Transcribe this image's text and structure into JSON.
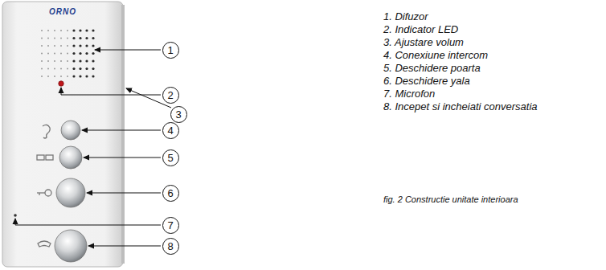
{
  "diagram": {
    "caption": "fig. 2 Constructie unitate interioara",
    "nodes": [
      {
        "text": [
          "1"
        ]
      },
      {
        "text": [
          "2"
        ]
      },
      {
        "text": [
          "3"
        ]
      },
      {
        "text": [
          "4"
        ]
      },
      {
        "text": [
          "5"
        ]
      },
      {
        "text": [
          "6"
        ]
      },
      {
        "text": [
          "7"
        ]
      },
      {
        "text": [
          "8"
        ]
      }
    ],
    "labels": [
      "ORNO",
      "1. Difuzor",
      "2. Indicator LED",
      "3. Ajustare volum",
      "4. Conexiune intercom",
      "5. Deschidere poarta",
      "6. Deschidere yala",
      "7. Microfon",
      "8. Incepet si incheiati conversatia"
    ]
  }
}
